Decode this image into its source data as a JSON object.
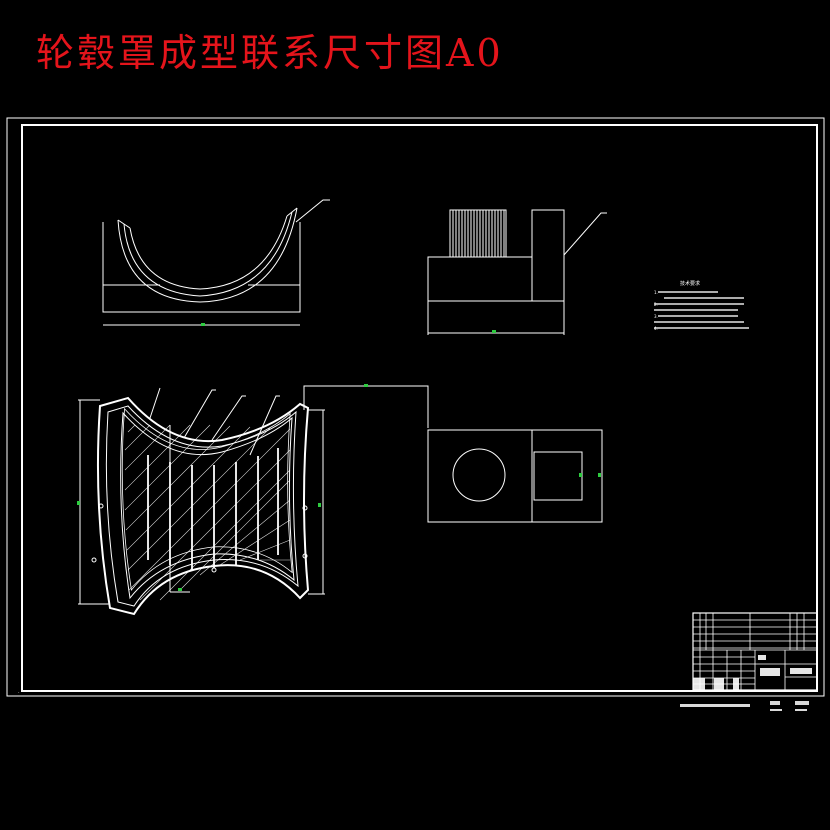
{
  "title": "轮毂罩成型联系尺寸图A0",
  "colors": {
    "background": "#000000",
    "title": "#e4141b",
    "lines": "#ffffff",
    "dimension_marks": "#2ecc40"
  },
  "technical_notes": {
    "heading": "技术要求",
    "lines": [
      "1.",
      "2.",
      "3.",
      "4."
    ]
  },
  "title_block": {
    "name_cell": "",
    "drawing_no": ""
  }
}
